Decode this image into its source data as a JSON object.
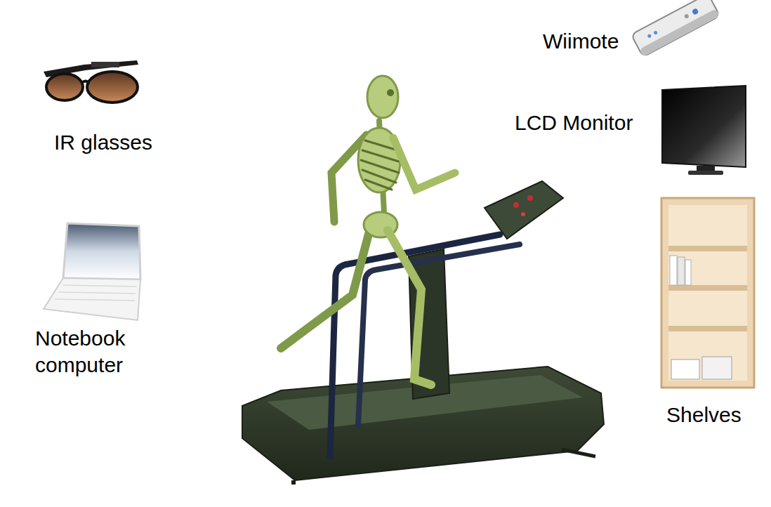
{
  "diagram": {
    "labels": [
      "Wiimote",
      "IR glasses",
      "LCD Monitor",
      "Notebook computer",
      "Shelves"
    ]
  }
}
